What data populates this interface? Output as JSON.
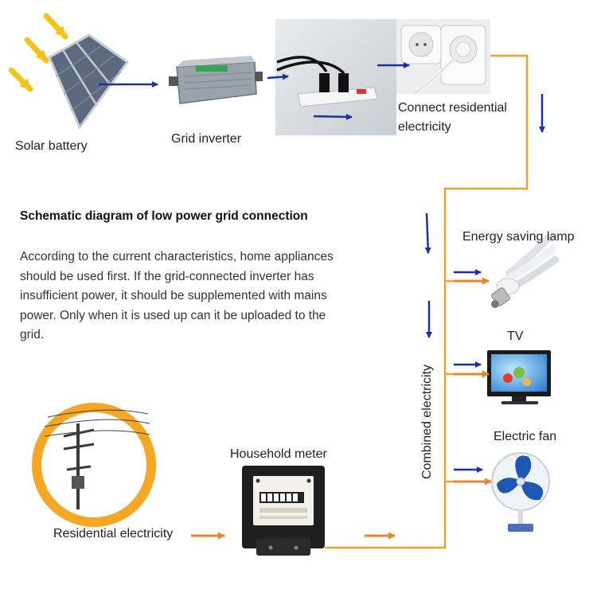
{
  "labels": {
    "solar_battery": "Solar battery",
    "grid_inverter": "Grid inverter",
    "connect_residential": [
      "Connect residential",
      "electricity"
    ],
    "energy_saving_lamp": "Energy saving lamp",
    "tv": "TV",
    "electric_fan": "Electric fan",
    "household_meter": "Household meter",
    "residential_electricity": "Residential electricity",
    "combined_electricity": "Combined electricity"
  },
  "description": {
    "title": "Schematic diagram of low power grid connection",
    "lines": [
      "According to the current characteristics, home appliances",
      "should be used first. If the grid-connected inverter has",
      "insufficient power, it should be supplemented with mains",
      "power. Only when it is used up can it be uploaded to the",
      "grid."
    ]
  },
  "colors": {
    "wire": "#f0a030",
    "current_arrow": "#e8852a",
    "flow_arrow": "#1c2fa8",
    "sun_ray": "#f2c418",
    "panel": "#5c6a80",
    "ring": "#f5a623"
  },
  "icons": {
    "solar_panel": "solar-panel-icon",
    "inverter": "inverter-icon",
    "power_strip": "power-strip-photo",
    "socket": "wall-socket-icon",
    "lamp": "lightbulb-icon",
    "tv": "tv-icon",
    "fan": "electric-fan-icon",
    "meter": "electric-meter-icon",
    "pylon": "utility-pole-icon"
  }
}
